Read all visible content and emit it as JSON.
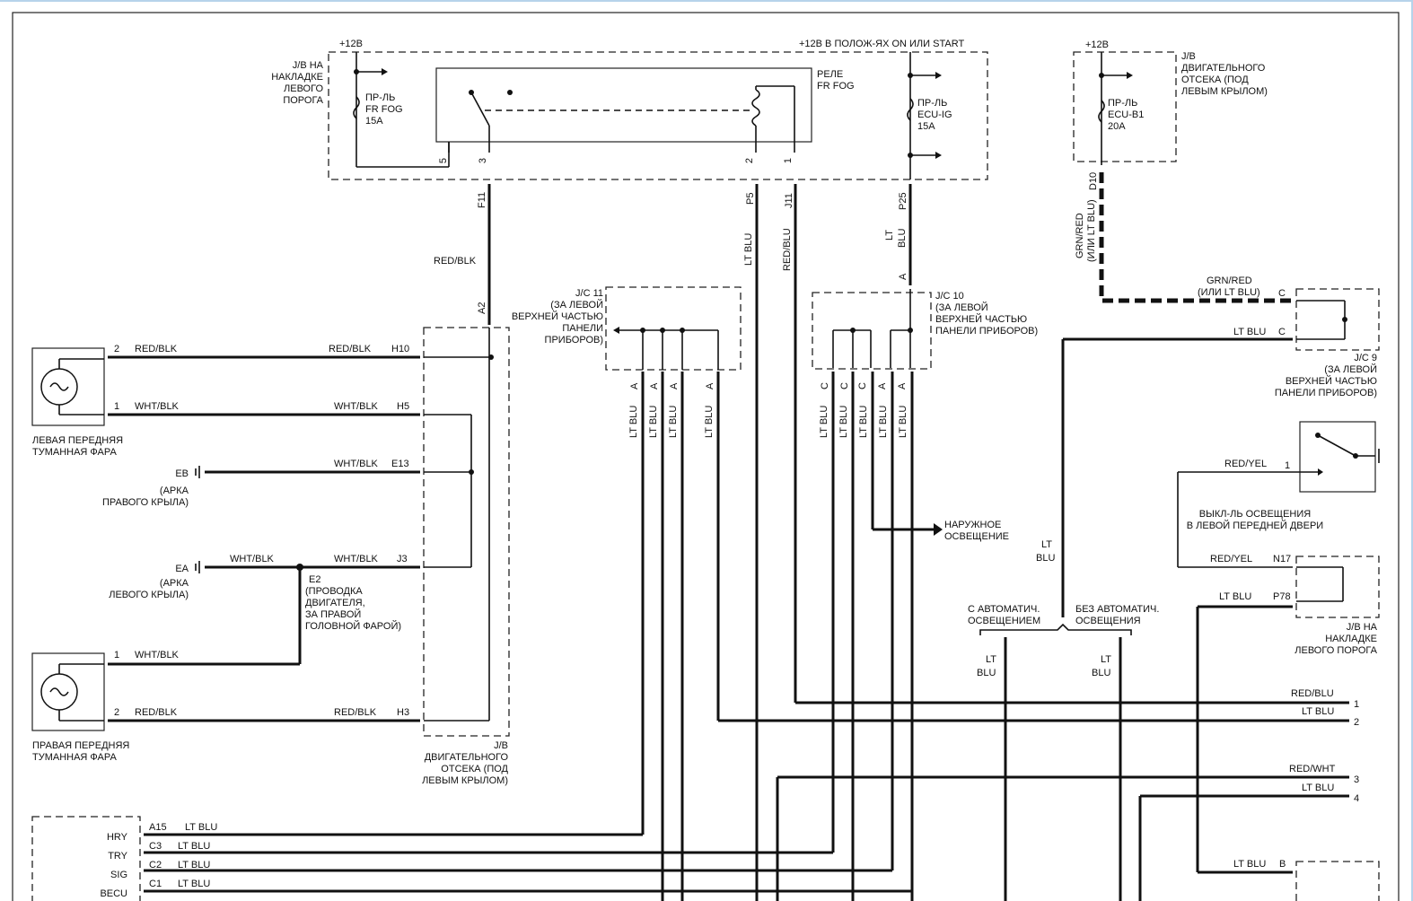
{
  "top": {
    "plus12_left": "+12В",
    "plus12_on_start": "+12В В ПОЛОЖ-ЯХ ON ИЛИ START",
    "plus12_right": "+12В"
  },
  "jb_sill": [
    "J/B НА",
    "НАКЛАДКЕ",
    "ЛЕВОГО",
    "ПОРОГА"
  ],
  "fuse_fog": [
    "ПР-ЛЬ",
    "FR FOG",
    "15A"
  ],
  "relay": [
    "РЕЛЕ",
    "FR FOG"
  ],
  "fuse_ecu_ig": [
    "ПР-ЛЬ",
    "ECU-IG",
    "15A"
  ],
  "jb_engine_top": [
    "J/B",
    "ДВИГАТЕЛЬНОГО",
    "ОТСЕКА (ПОД",
    "ЛЕВЫМ КРЫЛОМ)"
  ],
  "fuse_ecu_b1": [
    "ПР-ЛЬ",
    "ECU-B1",
    "20A"
  ],
  "relay_pins": [
    "5",
    "3",
    "2",
    "1"
  ],
  "conn": {
    "f11": "F11",
    "p5": "P5",
    "j11": "J11",
    "p25": "P25",
    "d10": "D10",
    "a2": "A2",
    "a": "A"
  },
  "wires": {
    "red_blk": "RED/BLK",
    "lt_blu": "LT BLU",
    "red_blu": "RED/BLU",
    "lt": "LT",
    "blu": "BLU",
    "grn_red": "GRN/RED",
    "or_lt_blu": "(ИЛИ LT BLU)",
    "wht_blk": "WHT/BLK",
    "red_yel": "RED/YEL",
    "red_wht": "RED/WHT"
  },
  "jc11": [
    "J/C 11",
    "(ЗА ЛЕВОЙ",
    "ВЕРХНЕЙ ЧАСТЬЮ",
    "ПАНЕЛИ",
    "ПРИБОРОВ)"
  ],
  "jc10": [
    "J/C 10",
    "(ЗА ЛЕВОЙ",
    "ВЕРХНЕЙ ЧАСТЬЮ",
    "ПАНЕЛИ ПРИБОРОВ)"
  ],
  "jc9": [
    "J/C 9",
    "(ЗА ЛЕВОЙ",
    "ВЕРХНЕЙ ЧАСТЬЮ",
    "ПАНЕЛИ ПРИБОРОВ)"
  ],
  "jc_pins": {
    "a": "A",
    "c": "C"
  },
  "fog_left": [
    "ЛЕВАЯ ПЕРЕДНЯЯ",
    "ТУМАННАЯ ФАРА"
  ],
  "fog_right": [
    "ПРАВАЯ ПЕРЕДНЯЯ",
    "ТУМАННАЯ ФАРА"
  ],
  "pins": {
    "p1": "1",
    "p2": "2"
  },
  "jb_pins": {
    "h10": "H10",
    "h5": "H5",
    "e13": "E13",
    "j3": "J3",
    "h3": "H3"
  },
  "eb": "EB",
  "eb_desc": [
    "(АРКА",
    "ПРАВОГО КРЫЛА)"
  ],
  "ea": "EA",
  "ea_desc": [
    "(АРКА",
    "ЛЕВОГО КРЫЛА)"
  ],
  "e2": [
    "E2",
    "(ПРОВОДКА",
    "ДВИГАТЕЛЯ,",
    "ЗА ПРАВОЙ",
    "ГОЛОВНОЙ ФАРОЙ)"
  ],
  "jb_engine_mid": [
    "J/B",
    "ДВИГАТЕЛЬНОГО",
    "ОТСЕКА (ПОД",
    "ЛЕВЫМ КРЫЛОМ)"
  ],
  "exterior": [
    "НАРУЖНОЕ",
    "ОСВЕЩЕНИЕ"
  ],
  "door_switch": [
    "ВЫКЛ-ЛЬ ОСВЕЩЕНИЯ",
    "В ЛЕВОЙ ПЕРЕДНЕЙ ДВЕРИ"
  ],
  "jb_sill_right": [
    "J/B НА",
    "НАКЛАДКЕ",
    "ЛЕВОГО ПОРОГА"
  ],
  "right_pins": {
    "n17": "N17",
    "p78": "P78",
    "b": "B",
    "c": "C"
  },
  "auto_with": [
    "С АВТОМАТИЧ.",
    "ОСВЕЩЕНИЕМ"
  ],
  "auto_without": [
    "БЕЗ АВТОМАТИЧ.",
    "ОСВЕЩЕНИЯ"
  ],
  "out_pins": [
    "1",
    "2",
    "3",
    "4"
  ],
  "ecu": {
    "labels": [
      "HRY",
      "TRY",
      "SIG",
      "BECU"
    ],
    "pins": [
      "A15",
      "C3",
      "C2",
      "C1"
    ]
  }
}
